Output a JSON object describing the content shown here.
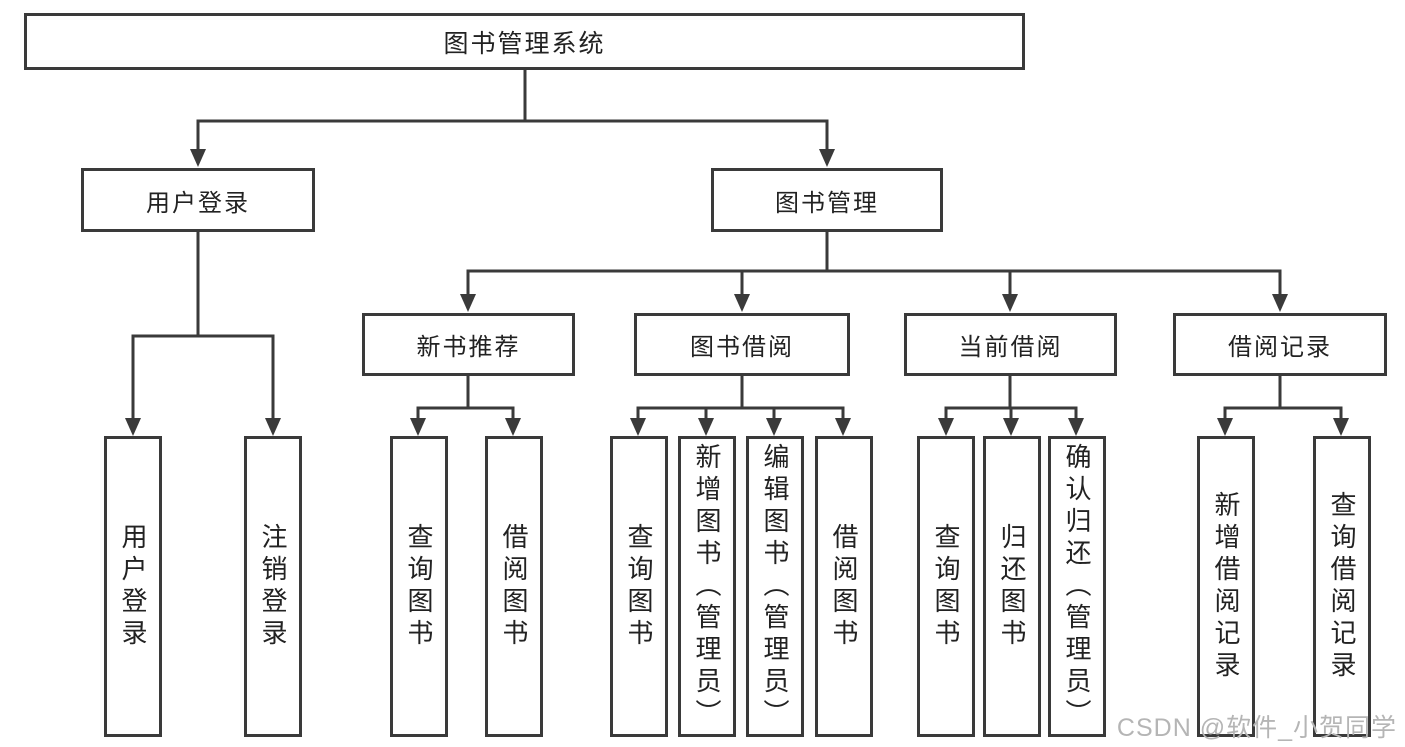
{
  "diagram": {
    "root": {
      "label": "图书管理系统"
    },
    "branches": [
      {
        "label": "用户登录",
        "children": [
          {
            "label": "用户登录"
          },
          {
            "label": "注销登录"
          }
        ]
      },
      {
        "label": "图书管理",
        "sections": [
          {
            "label": "新书推荐",
            "children": [
              {
                "label": "查询图书"
              },
              {
                "label": "借阅图书"
              }
            ]
          },
          {
            "label": "图书借阅",
            "children": [
              {
                "label": "查询图书"
              },
              {
                "label": "新增图书（管理员）"
              },
              {
                "label": "编辑图书（管理员）"
              },
              {
                "label": "借阅图书"
              }
            ]
          },
          {
            "label": "当前借阅",
            "children": [
              {
                "label": "查询图书"
              },
              {
                "label": "归还图书"
              },
              {
                "label": "确认归还（管理员）"
              }
            ]
          },
          {
            "label": "借阅记录",
            "children": [
              {
                "label": "新增借阅记录"
              },
              {
                "label": "查询借阅记录"
              }
            ]
          }
        ]
      }
    ]
  },
  "watermark": {
    "text": "CSDN @软件_小贺同学"
  },
  "colors": {
    "line": "#3a3a3a",
    "text": "#222222",
    "watermark": "#b5b5b5",
    "background": "#ffffff"
  }
}
